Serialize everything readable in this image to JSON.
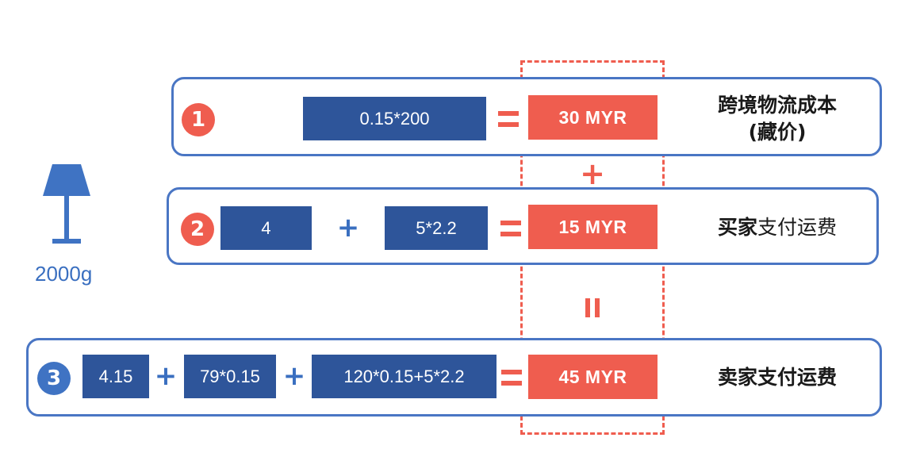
{
  "product": {
    "weight": "2000g",
    "icon": "lamp-icon"
  },
  "rows": [
    {
      "step": "1",
      "terms": [
        "0.15*200"
      ],
      "result": "30 MYR",
      "label_bold": "跨境物流成本",
      "label_bold_line2": "(藏价)",
      "label_normal": ""
    },
    {
      "step": "2",
      "terms": [
        "4",
        "5*2.2"
      ],
      "result": "15 MYR",
      "label_bold": "买家",
      "label_normal": "支付运费"
    },
    {
      "step": "3",
      "terms": [
        "4.15",
        "79*0.15",
        "120*0.15+5*2.2"
      ],
      "result": "45 MYR",
      "label_bold": "卖家支付运费",
      "label_normal": ""
    }
  ],
  "operators": {
    "plus": "+"
  },
  "colors": {
    "blue_box": "#2e559a",
    "accent_blue": "#3f73c3",
    "red": "#ef5d4f",
    "border": "#4a76c4"
  }
}
